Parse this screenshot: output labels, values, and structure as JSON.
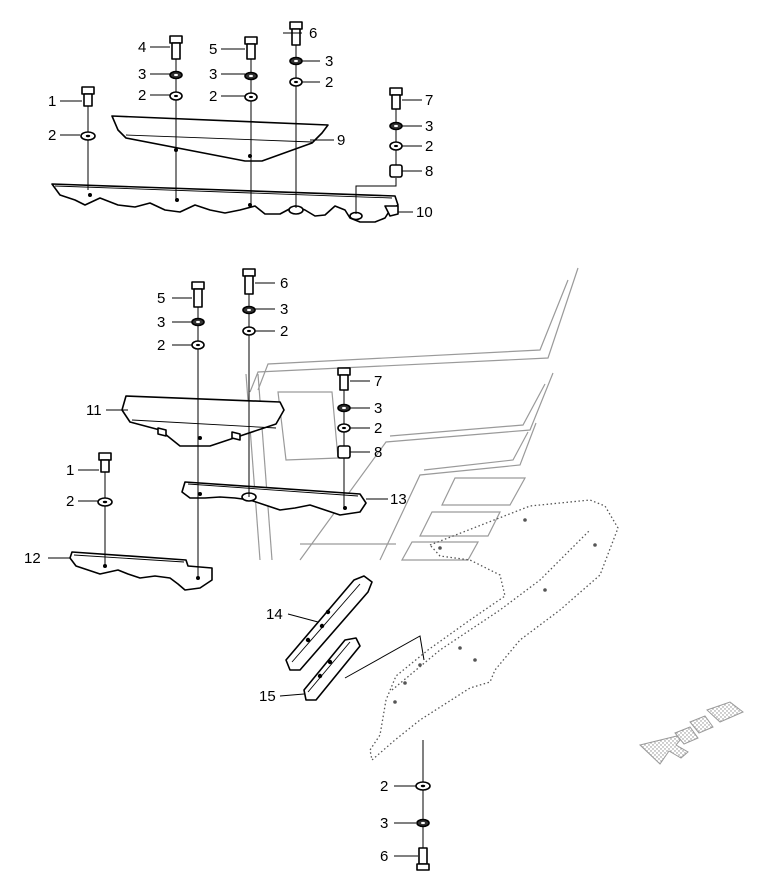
{
  "diagram": {
    "type": "exploded parts diagram",
    "callouts": [
      {
        "id": "c-4",
        "text": "4"
      },
      {
        "id": "c-5a",
        "text": "5"
      },
      {
        "id": "c-6a",
        "text": "6"
      },
      {
        "id": "c-3a",
        "text": "3"
      },
      {
        "id": "c-3b",
        "text": "3"
      },
      {
        "id": "c-3c",
        "text": "3"
      },
      {
        "id": "c-2a",
        "text": "2"
      },
      {
        "id": "c-2b",
        "text": "2"
      },
      {
        "id": "c-2c",
        "text": "2"
      },
      {
        "id": "c-1a",
        "text": "1"
      },
      {
        "id": "c-2d",
        "text": "2"
      },
      {
        "id": "c-7a",
        "text": "7"
      },
      {
        "id": "c-3d",
        "text": "3"
      },
      {
        "id": "c-2e",
        "text": "2"
      },
      {
        "id": "c-9",
        "text": "9"
      },
      {
        "id": "c-8a",
        "text": "8"
      },
      {
        "id": "c-10",
        "text": "10"
      },
      {
        "id": "c-6b",
        "text": "6"
      },
      {
        "id": "c-5b",
        "text": "5"
      },
      {
        "id": "c-3e",
        "text": "3"
      },
      {
        "id": "c-3f",
        "text": "3"
      },
      {
        "id": "c-2f",
        "text": "2"
      },
      {
        "id": "c-2g",
        "text": "2"
      },
      {
        "id": "c-7b",
        "text": "7"
      },
      {
        "id": "c-11",
        "text": "11"
      },
      {
        "id": "c-3g",
        "text": "3"
      },
      {
        "id": "c-2h",
        "text": "2"
      },
      {
        "id": "c-8b",
        "text": "8"
      },
      {
        "id": "c-1b",
        "text": "1"
      },
      {
        "id": "c-2i",
        "text": "2"
      },
      {
        "id": "c-13",
        "text": "13"
      },
      {
        "id": "c-12",
        "text": "12"
      },
      {
        "id": "c-14",
        "text": "14"
      },
      {
        "id": "c-15",
        "text": "15"
      },
      {
        "id": "c-2j",
        "text": "2"
      },
      {
        "id": "c-3h",
        "text": "3"
      },
      {
        "id": "c-6c",
        "text": "6"
      }
    ]
  }
}
